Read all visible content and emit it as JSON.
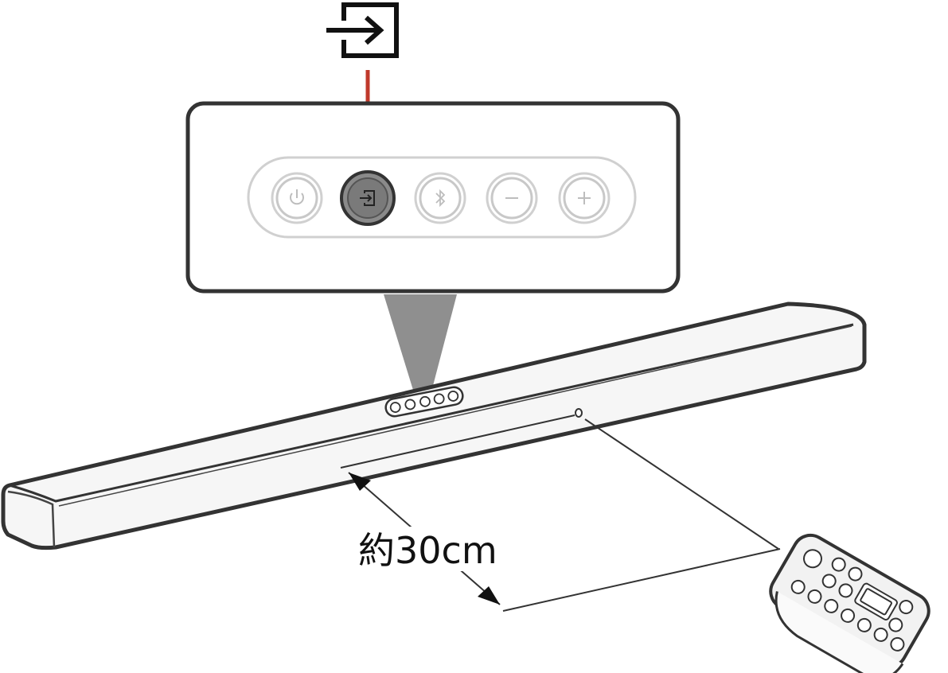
{
  "diagram": {
    "distance_label": "約30cm",
    "highlighted_button": "input-button",
    "callout_icon": "input-source-icon"
  },
  "control_panel": {
    "buttons": [
      {
        "name": "power-button",
        "icon": "power-icon",
        "active": false
      },
      {
        "name": "input-button",
        "icon": "input-source-icon",
        "active": true
      },
      {
        "name": "bluetooth-button",
        "icon": "bluetooth-icon",
        "active": false
      },
      {
        "name": "volume-down-button",
        "icon": "minus-icon",
        "active": false
      },
      {
        "name": "volume-up-button",
        "icon": "plus-icon",
        "active": false
      }
    ]
  },
  "colors": {
    "highlight_line": "#c0392b",
    "outline": "#333333",
    "inactive_button": "#c8c8c8",
    "active_button": "#7a7a7a",
    "zoom_cone": "#8f8f8f"
  }
}
